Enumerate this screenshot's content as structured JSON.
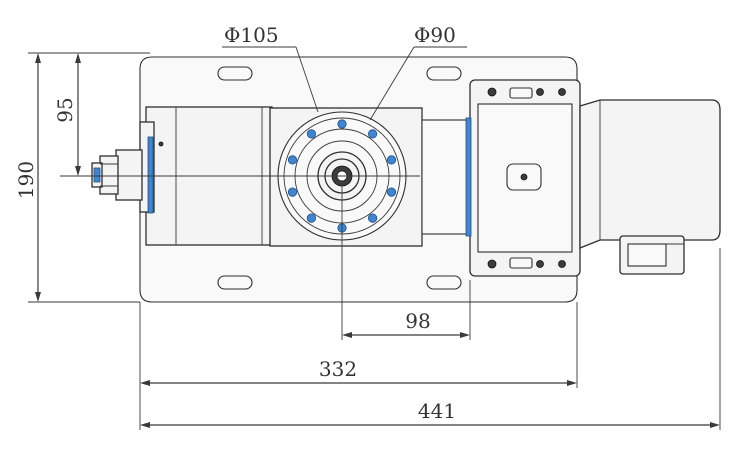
{
  "drawing": {
    "dimensions": {
      "d105": "Φ105",
      "d90": "Φ90",
      "h95": "95",
      "h190": "190",
      "w98": "98",
      "w332": "332",
      "w441": "441"
    },
    "colors": {
      "line": "#3a3a3a",
      "accent_blue": "#3f86d1",
      "background": "#ffffff"
    }
  }
}
